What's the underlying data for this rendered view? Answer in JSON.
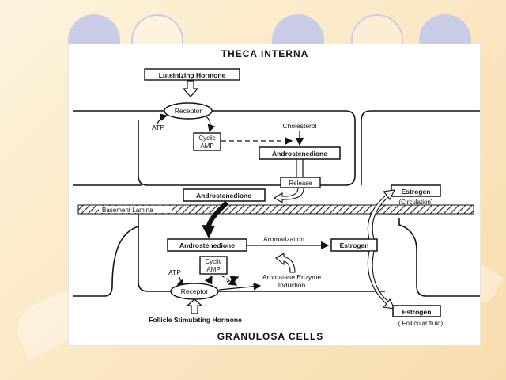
{
  "diagram": {
    "title_top": "THECA INTERNA",
    "title_bottom": "GRANULOSA CELLS",
    "lh": "Luteinizing Hormone",
    "receptor_top": "Receptor",
    "atp_top": "ATP",
    "camp_top_1": "Cyclic",
    "camp_top_2": "AMP",
    "cholesterol": "Cholesterol",
    "andro_theca": "Androstenedione",
    "release": "Release",
    "andro_mid": "Androstenedione",
    "estrogen_circ": "Estrogen",
    "circulation": "(Circulation)",
    "basement": "Basement Lamina",
    "andro_gran": "Androstenedione",
    "aromatization": "Aromatization",
    "estrogen_gran": "Estrogen",
    "camp_bot_1": "Cyclic",
    "camp_bot_2": "AMP",
    "atp_bot": "ATP",
    "receptor_bot": "Receptor",
    "aromatase_1": "Aromatase Enzyme",
    "aromatase_2": "Induction",
    "fsh": "Follicle Stimulating Hormone",
    "estrogen_ff": "Estrogen",
    "follicular": "( Follicular fluid)"
  }
}
